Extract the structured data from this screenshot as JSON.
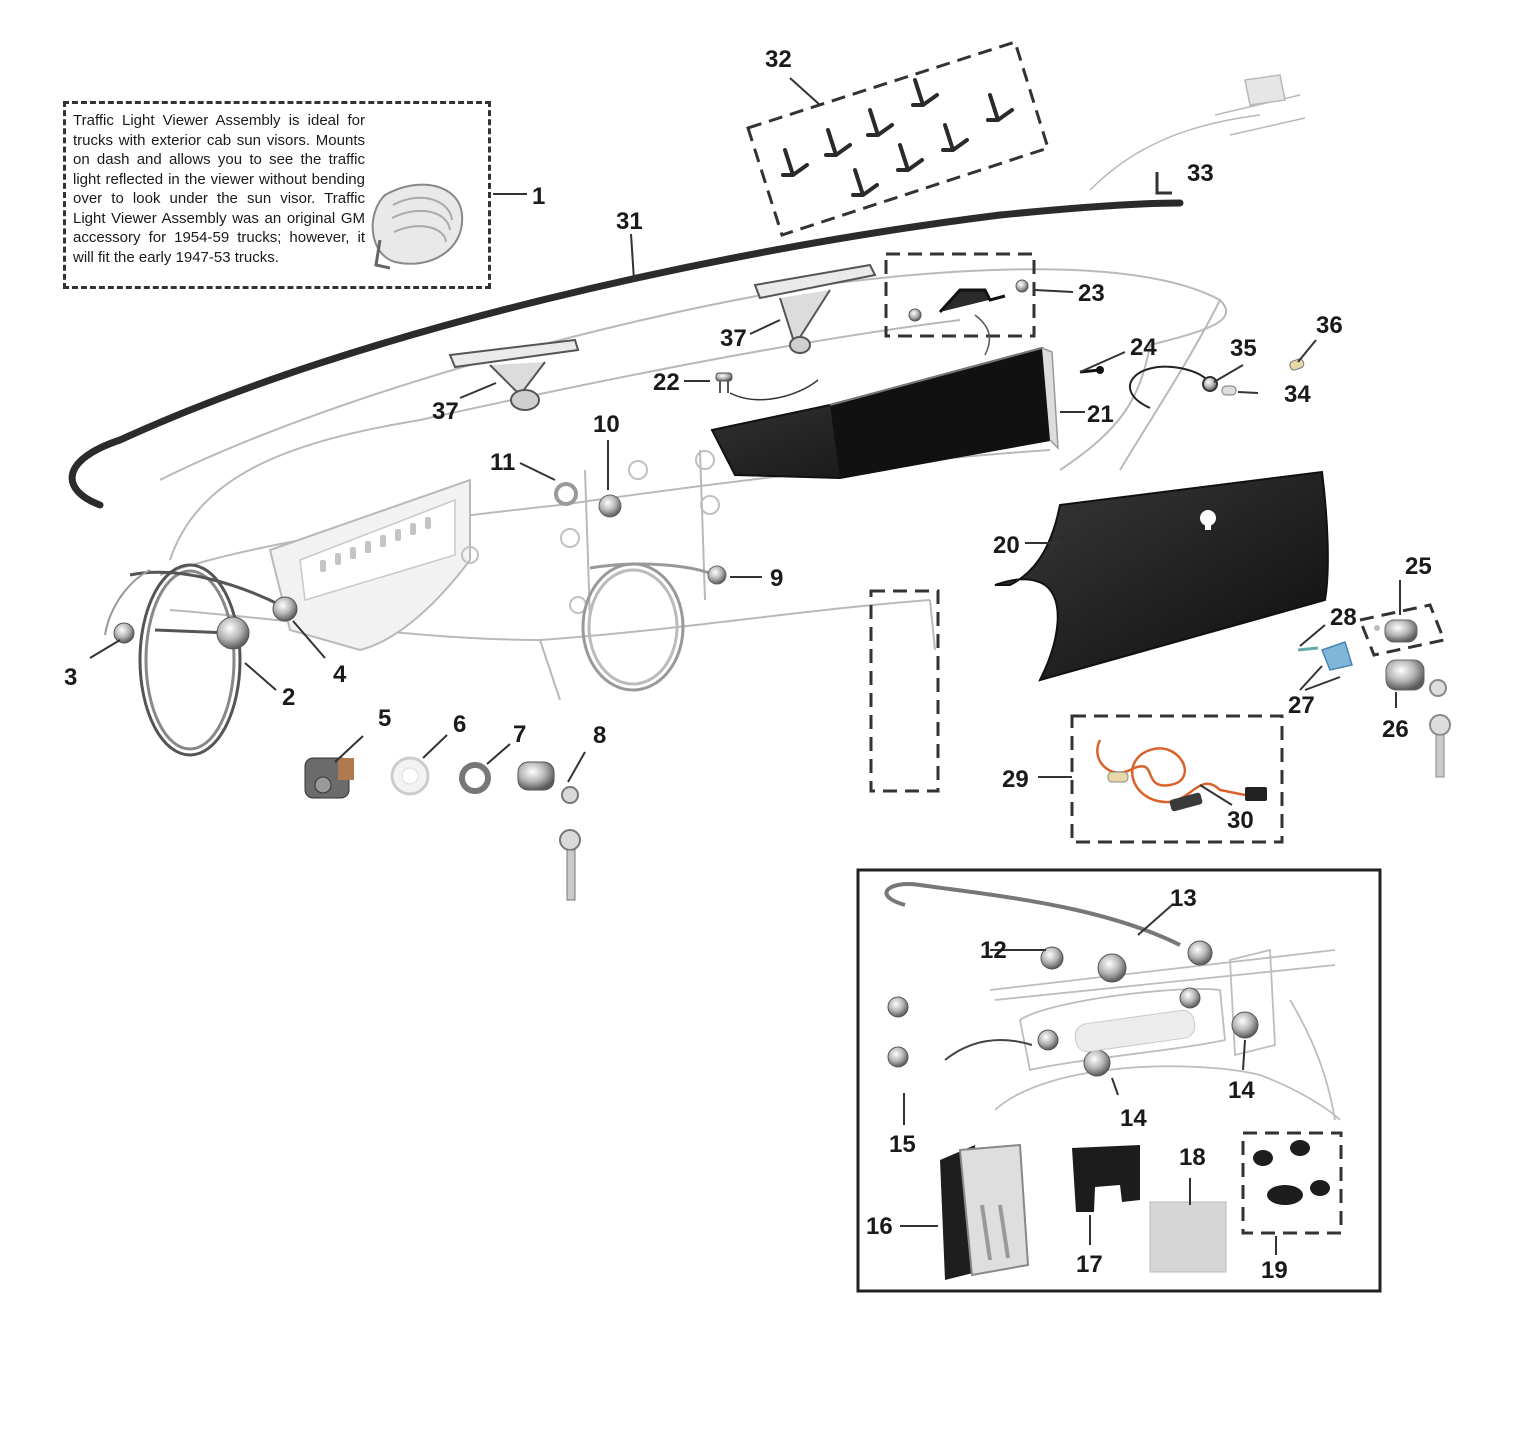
{
  "info_box": {
    "text": "Traffic Light Viewer Assembly is ideal for trucks with exterior cab sun visors. Mounts on dash and allows you to see the traffic light reflected in the viewer without bending over to look under the sun visor. Traffic Light Viewer Assembly was an original GM accessory for 1954-59 trucks; however, it will fit the early 1947-53 trucks."
  },
  "callouts": {
    "c1": "1",
    "c2": "2",
    "c3": "3",
    "c4": "4",
    "c5": "5",
    "c6": "6",
    "c7": "7",
    "c8": "8",
    "c9": "9",
    "c10": "10",
    "c11": "11",
    "c12": "12",
    "c13": "13",
    "c14a": "14",
    "c14b": "14",
    "c15": "15",
    "c16": "16",
    "c17": "17",
    "c18": "18",
    "c19": "19",
    "c20": "20",
    "c21": "21",
    "c22": "22",
    "c23": "23",
    "c24": "24",
    "c25": "25",
    "c26": "26",
    "c27": "27",
    "c28": "28",
    "c29": "29",
    "c30": "30",
    "c31": "31",
    "c32": "32",
    "c33": "33",
    "c34": "34",
    "c35": "35",
    "c36": "36",
    "c37a": "37",
    "c37b": "37"
  },
  "colors": {
    "outline": "#b9b9b9",
    "part_dark": "#1c1c1c",
    "chrome": "#9a9a9a",
    "label": "#1a1a1a",
    "wire_orange": "#d9622b",
    "clip_blue": "#7fb6d9"
  }
}
